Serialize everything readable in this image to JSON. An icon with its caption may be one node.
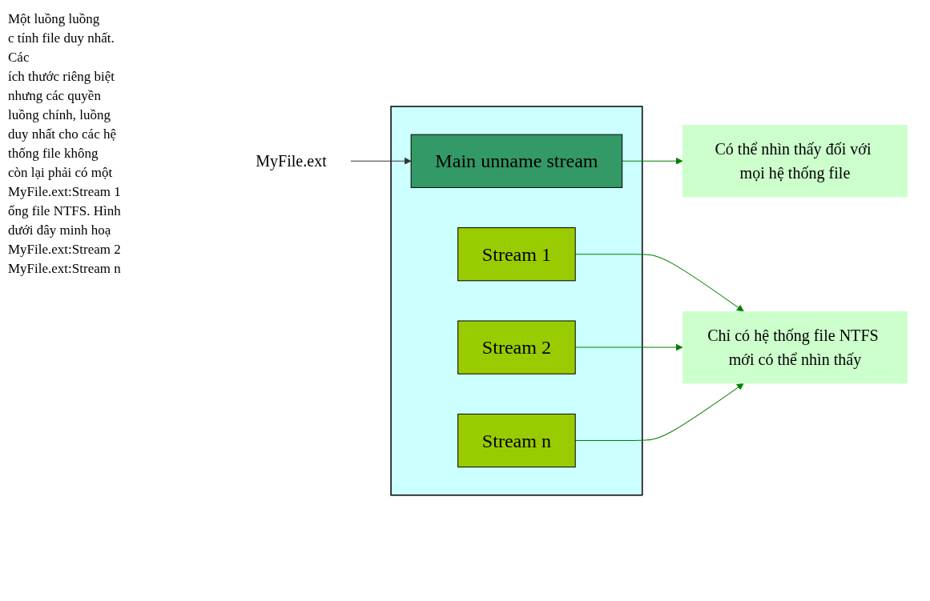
{
  "diagram": {
    "nodes": [
      {
        "text": [
          "MyFile.ext"
        ]
      },
      {
        "text": [],
        "shape": "box"
      },
      {
        "text": [
          "Main unname stream"
        ],
        "in": 1
      },
      {
        "text": [
          "Stream 1"
        ],
        "in": 1
      },
      {
        "text": [
          "Stream 2"
        ],
        "in": 1
      },
      {
        "text": [
          "Stream n"
        ],
        "in": 1
      },
      {
        "text": [
          "Có thể nhìn thấy đối với mọi hệ thống file"
        ]
      },
      {
        "text": [
          "Chỉ có hệ thống file NTFS mới có thể nhìn thấy"
        ]
      }
    ],
    "edges": [
      {
        "from": 0,
        "to": 2,
        "arrow": "to"
      },
      {
        "from": 2,
        "to": 6,
        "arrow": "to",
        "color": "#008000"
      },
      {
        "from": 3,
        "to": 7,
        "arrow": "to",
        "color": "#008000"
      },
      {
        "from": 4,
        "to": 7,
        "arrow": "to",
        "color": "#008000"
      },
      {
        "from": 5,
        "to": 7,
        "arrow": "to",
        "color": "#008000"
      }
    ],
    "labels": [
      "Một luồng luồng",
      "c tính file duy nhất.",
      "Các",
      "ích thước riêng biệt",
      "nhưng các quyền",
      "luồng chính, luồng",
      "duy nhất cho các hệ",
      "thống file không",
      "còn lại phải có một",
      "MyFile.ext:Stream 1",
      "ống file NTFS. Hình",
      "dưới đây minh hoạ",
      "MyFile.ext:Stream 2",
      "MyFile.ext:Stream n"
    ]
  }
}
